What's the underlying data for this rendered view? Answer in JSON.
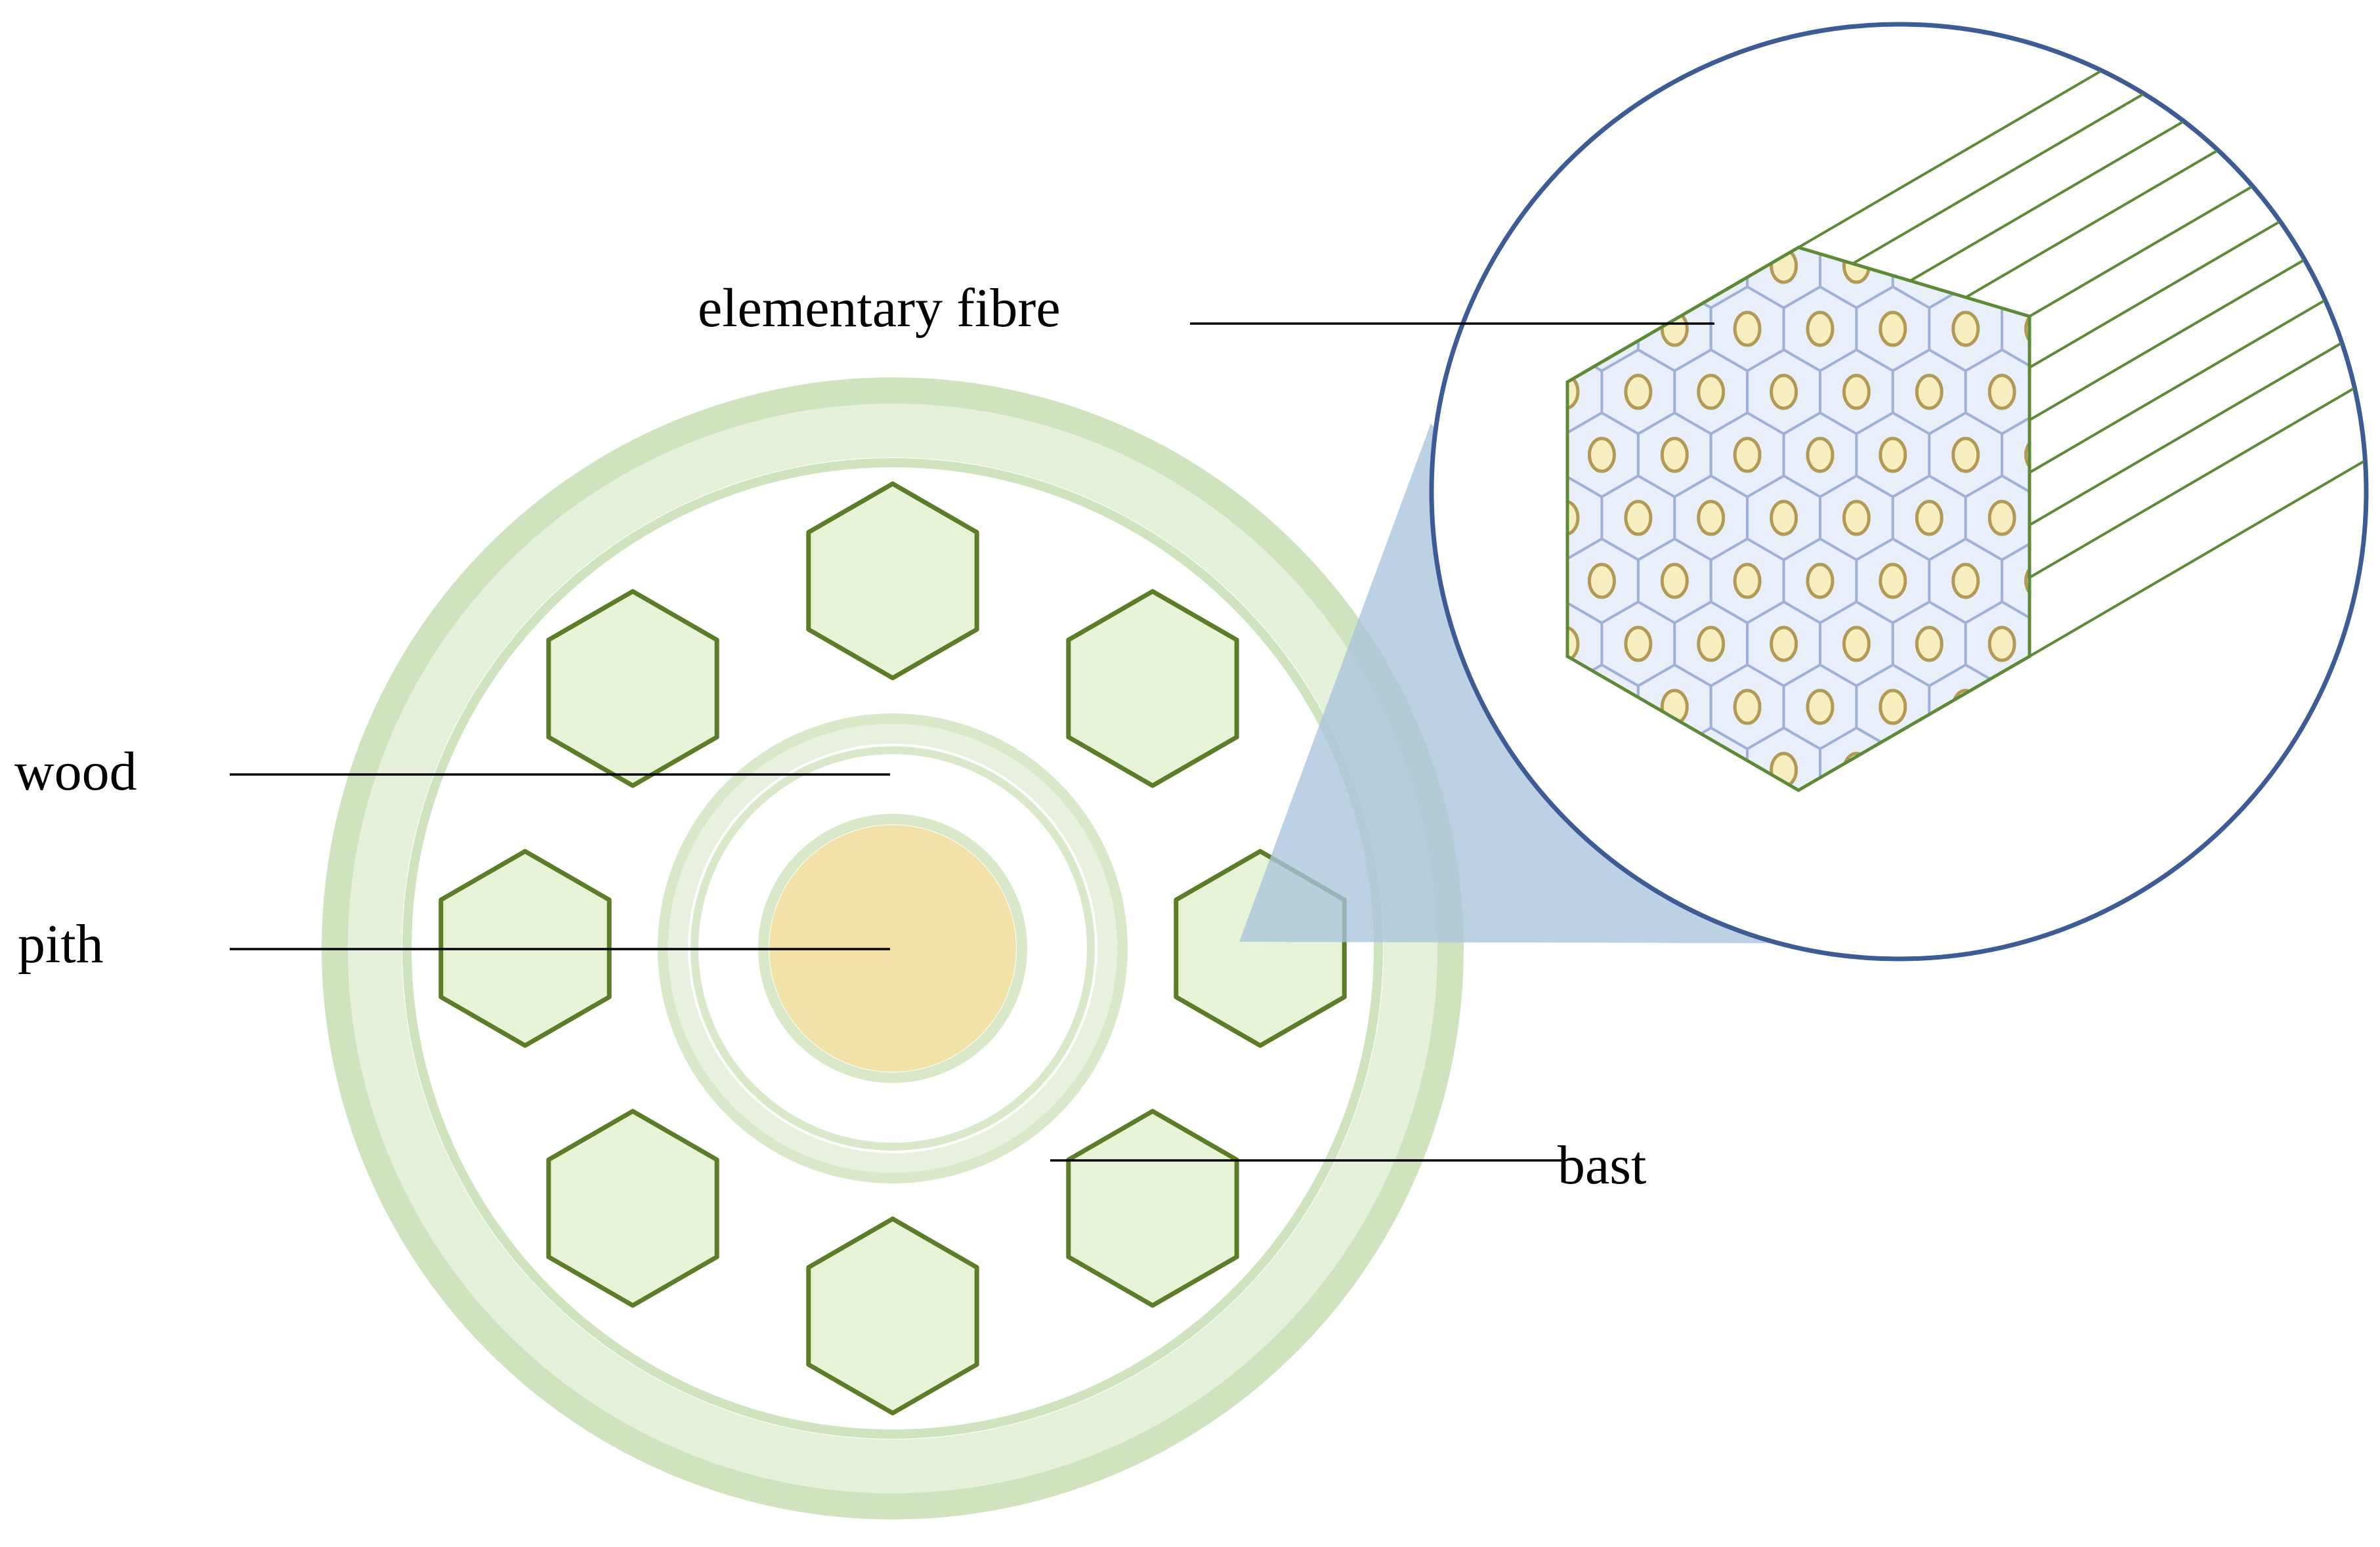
{
  "labels": {
    "elementary_fibre": "elementary fibre",
    "wood": "wood",
    "pith": "pith",
    "bast": "bast"
  },
  "colors": {
    "bark_ring": "#cfe3be",
    "bark_band": "#e5f0da",
    "bundle_fill": "#e7f3d6",
    "bundle_stroke": "#5c7d28",
    "wood_ring": "#d8e8c8",
    "wood_ring_light": "#e8f1df",
    "pith": "#f2e2a8",
    "magnifier_stroke": "#3d5b94",
    "cone": "#a9c4dc",
    "cell_fill": "#e9eff8",
    "cell_stroke": "#9fb1d9",
    "corner_fill": "#e2efd6",
    "lumen_fill": "#f7eebf",
    "lumen_stroke": "#b29a55",
    "fibre_line": "#5c8a37",
    "leader_line": "#000000"
  }
}
